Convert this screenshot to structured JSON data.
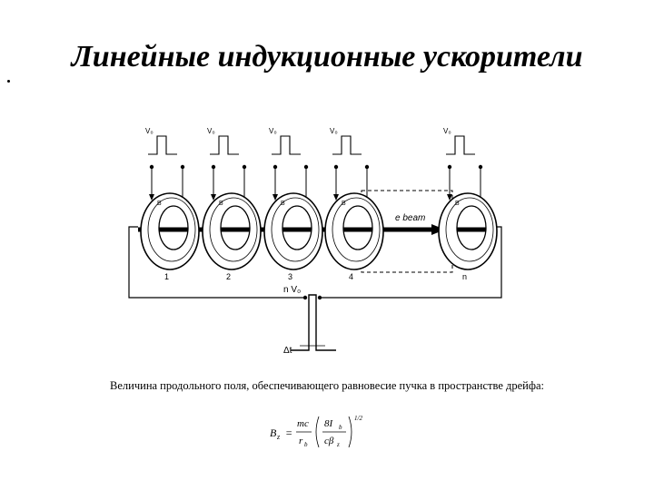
{
  "slide": {
    "title": "Линейные индукционные ускорители",
    "caption": "Величина продольного поля, обеспечивающего равновесие пучка в пространстве дрейфа:"
  },
  "diagram": {
    "pulse_labels": [
      "V₀",
      "V₀",
      "V₀",
      "V₀",
      "V₀"
    ],
    "core_numbers": [
      "1",
      "2",
      "3",
      "4",
      "n"
    ],
    "core_tags": [
      "B",
      "B",
      "B",
      "B",
      "B"
    ],
    "beam_label": "e beam",
    "sum_label": "n V₀",
    "dt_label": "Δt"
  },
  "formula": {
    "lhs": "B",
    "lhs_sub": "z",
    "eq": "=",
    "mc": "mc",
    "re": "r",
    "re_sub": "b",
    "num": "8I",
    "num_sub": "b",
    "den": "cβ",
    "den_sub": "z",
    "exp": "1/2"
  }
}
